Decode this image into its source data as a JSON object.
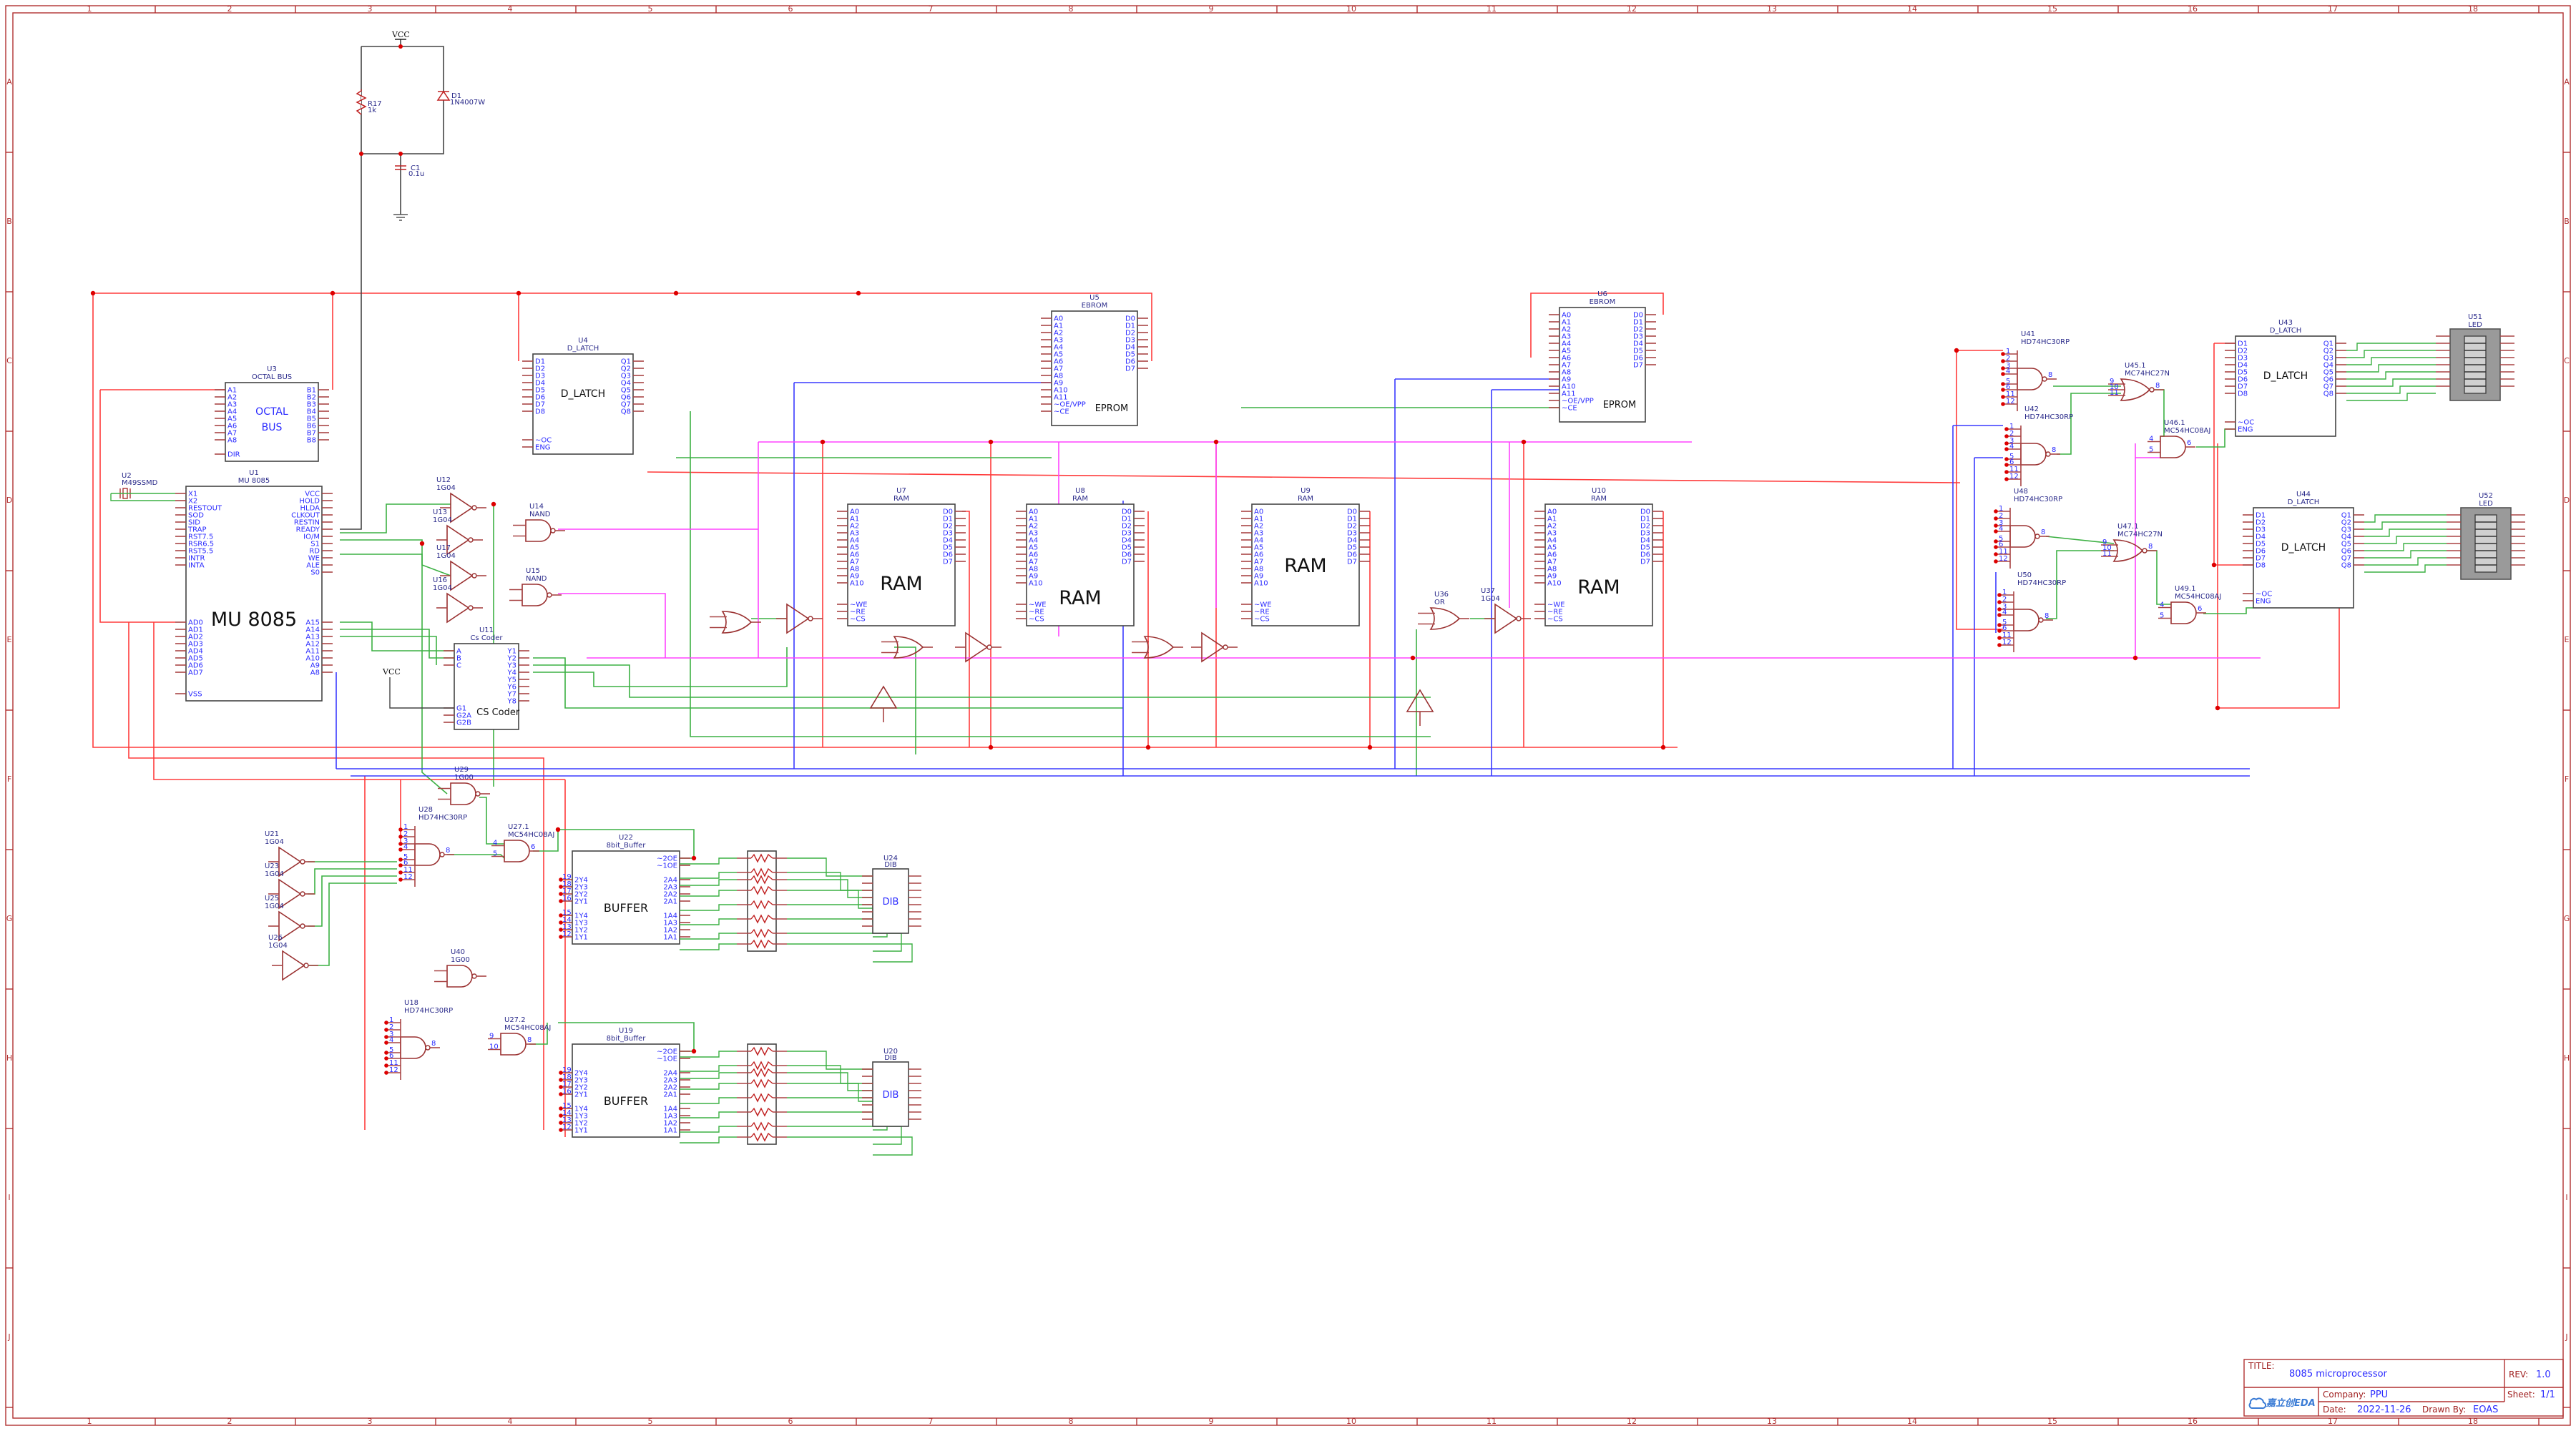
{
  "title_block": {
    "title_label": "TITLE:",
    "title": "8085 microprocessor",
    "rev_label": "REV:",
    "rev": "1.0",
    "company_label": "Company:",
    "company": "PPU",
    "sheet_label": "Sheet:",
    "sheet": "1/1",
    "date_label": "Date:",
    "date": "2022-11-26",
    "drawn_by_label": "Drawn By:",
    "drawn_by": "EOAS",
    "logo": "嘉立创EDA"
  },
  "ruler": {
    "columns": [
      "1",
      "2",
      "3",
      "4",
      "5",
      "6",
      "7",
      "8",
      "9",
      "10",
      "11",
      "12",
      "13",
      "14",
      "15",
      "16",
      "17",
      "18"
    ],
    "rows": [
      "A",
      "B",
      "C",
      "D",
      "E",
      "F",
      "G",
      "H",
      "I",
      "J"
    ]
  },
  "power": {
    "vcc_label": "VCC",
    "vcc_label_2": "VCC",
    "r17": {
      "ref": "R17",
      "value": "1k"
    },
    "d1": {
      "ref": "D1",
      "value": "1N4007W"
    },
    "c1": {
      "ref": "C1",
      "value": "0.1u"
    },
    "crystal": {
      "ref": "U2",
      "value": "M49SSMD"
    }
  },
  "components": [
    {
      "ref": "U3",
      "value": "OCTAL BUS",
      "body": [
        "OCTAL",
        "BUS"
      ],
      "left": [
        "A1",
        "A2",
        "A3",
        "A4",
        "A5",
        "A6",
        "A7",
        "A8",
        "DIR"
      ],
      "right": [
        "B1",
        "B2",
        "B3",
        "B4",
        "B5",
        "B6",
        "B7",
        "B8"
      ]
    },
    {
      "ref": "U1",
      "value": "MU 8085",
      "body": [
        "MU 8085"
      ],
      "left": [
        "X1",
        "X2",
        "RESTOUT",
        "SOD",
        "SID",
        "TRAP",
        "RST7.5",
        "RSR6.5",
        "RST5.5",
        "INTR",
        "INTA",
        "AD0",
        "AD1",
        "AD2",
        "AD3",
        "AD4",
        "AD5",
        "AD6",
        "AD7",
        "VSS"
      ],
      "right": [
        "VCC",
        "HOLD",
        "HLDA",
        "CLKOUT",
        "RESTIN",
        "READY",
        "IO/M",
        "S1",
        "RD",
        "WE",
        "ALE",
        "S0",
        "A15",
        "A14",
        "A13",
        "A12",
        "A11",
        "A10",
        "A9",
        "A8"
      ]
    },
    {
      "ref": "U4",
      "value": "D_LATCH",
      "body": [
        "D_LATCH"
      ],
      "left": [
        "D1",
        "D2",
        "D3",
        "D4",
        "D5",
        "D6",
        "D7",
        "D8",
        "~OC",
        "ENG"
      ],
      "right": [
        "Q1",
        "Q2",
        "Q3",
        "Q4",
        "Q5",
        "Q6",
        "Q7",
        "Q8"
      ]
    },
    {
      "ref": "U5",
      "value": "EBROM",
      "body": [
        "EPROM"
      ],
      "left": [
        "A0",
        "A1",
        "A2",
        "A3",
        "A4",
        "A5",
        "A6",
        "A7",
        "A8",
        "A9",
        "A10",
        "A11",
        "~OE/VPP",
        "~CE"
      ],
      "right": [
        "D0",
        "D1",
        "D2",
        "D3",
        "D4",
        "D5",
        "D6",
        "D7"
      ]
    },
    {
      "ref": "U6",
      "value": "EBROM",
      "body": [
        "EPROM"
      ],
      "left": [
        "A0",
        "A1",
        "A2",
        "A3",
        "A4",
        "A5",
        "A6",
        "A7",
        "A8",
        "A9",
        "A10",
        "A11",
        "~OE/VPP",
        "~CE"
      ],
      "right": [
        "D0",
        "D1",
        "D2",
        "D3",
        "D4",
        "D5",
        "D6",
        "D7"
      ]
    },
    {
      "ref": "U7",
      "value": "RAM",
      "body": [
        "RAM"
      ],
      "left": [
        "A0",
        "A1",
        "A2",
        "A3",
        "A4",
        "A5",
        "A6",
        "A7",
        "A8",
        "A9",
        "A10",
        "~WE",
        "~RE",
        "~CS"
      ],
      "right": [
        "D0",
        "D1",
        "D2",
        "D3",
        "D4",
        "D5",
        "D6",
        "D7"
      ]
    },
    {
      "ref": "U8",
      "value": "RAM",
      "body": [
        "RAM"
      ],
      "left": [
        "A0",
        "A1",
        "A2",
        "A3",
        "A4",
        "A5",
        "A6",
        "A7",
        "A8",
        "A9",
        "A10",
        "~WE",
        "~RE",
        "~CS"
      ],
      "right": [
        "D0",
        "D1",
        "D2",
        "D3",
        "D4",
        "D5",
        "D6",
        "D7"
      ]
    },
    {
      "ref": "U9",
      "value": "RAM",
      "body": [
        "RAM"
      ],
      "left": [
        "A0",
        "A1",
        "A2",
        "A3",
        "A4",
        "A5",
        "A6",
        "A7",
        "A8",
        "A9",
        "A10",
        "~WE",
        "~RE",
        "~CS"
      ],
      "right": [
        "D0",
        "D1",
        "D2",
        "D3",
        "D4",
        "D5",
        "D6",
        "D7"
      ]
    },
    {
      "ref": "U10",
      "value": "RAM",
      "body": [
        "RAM"
      ],
      "left": [
        "A0",
        "A1",
        "A2",
        "A3",
        "A4",
        "A5",
        "A6",
        "A7",
        "A8",
        "A9",
        "A10",
        "~WE",
        "~RE",
        "~CS"
      ],
      "right": [
        "D0",
        "D1",
        "D2",
        "D3",
        "D4",
        "D5",
        "D6",
        "D7"
      ]
    },
    {
      "ref": "U11",
      "value": "Cs Coder",
      "body": [
        "CS Coder"
      ],
      "left": [
        "A",
        "B",
        "C",
        "G1",
        "G2A",
        "G2B"
      ],
      "right": [
        "Y1",
        "Y2",
        "Y3",
        "Y4",
        "Y5",
        "Y6",
        "Y7",
        "Y8"
      ]
    },
    {
      "ref": "U22",
      "value": "8bit_Buffer",
      "body": [
        "BUFFER"
      ],
      "left": [
        "2Y4",
        "2Y3",
        "2Y2",
        "2Y1",
        "1Y4",
        "1Y3",
        "1Y2",
        "1Y1"
      ],
      "left_numbers": [
        "19",
        "18",
        "17",
        "16",
        "15",
        "14",
        "13",
        "12"
      ],
      "right": [
        "~2OE",
        "~1OE",
        "2A4",
        "2A3",
        "2A2",
        "2A1",
        "1A4",
        "1A3",
        "1A2",
        "1A1"
      ]
    },
    {
      "ref": "U19",
      "value": "8bit_Buffer",
      "body": [
        "BUFFER"
      ],
      "left": [
        "2Y4",
        "2Y3",
        "2Y2",
        "2Y1",
        "1Y4",
        "1Y3",
        "1Y2",
        "1Y1"
      ],
      "left_numbers": [
        "19",
        "18",
        "17",
        "16",
        "15",
        "14",
        "13",
        "12"
      ],
      "right": [
        "~2OE",
        "~1OE",
        "2A4",
        "2A3",
        "2A2",
        "2A1",
        "1A4",
        "1A3",
        "1A2",
        "1A1"
      ]
    },
    {
      "ref": "U43",
      "value": "D_LATCH",
      "body": [
        "D_LATCH"
      ],
      "left": [
        "D1",
        "D2",
        "D3",
        "D4",
        "D5",
        "D6",
        "D7",
        "D8",
        "~OC",
        "ENG"
      ],
      "right": [
        "Q1",
        "Q2",
        "Q3",
        "Q4",
        "Q5",
        "Q6",
        "Q7",
        "Q8"
      ]
    },
    {
      "ref": "U44",
      "value": "D_LATCH",
      "body": [
        "D_LATCH"
      ],
      "left": [
        "D1",
        "D2",
        "D3",
        "D4",
        "D5",
        "D6",
        "D7",
        "D8",
        "~OC",
        "ENG"
      ],
      "right": [
        "Q1",
        "Q2",
        "Q3",
        "Q4",
        "Q5",
        "Q6",
        "Q7",
        "Q8"
      ]
    }
  ],
  "dibs": [
    {
      "ref": "U24",
      "value": "DIB",
      "body": "DIB"
    },
    {
      "ref": "U20",
      "value": "DIB",
      "body": "DIB"
    }
  ],
  "leds": [
    {
      "ref": "U51",
      "value": "LED"
    },
    {
      "ref": "U52",
      "value": "LED"
    }
  ],
  "gates": [
    {
      "ref": "U12",
      "value": "1G04",
      "type": "inverter"
    },
    {
      "ref": "U13",
      "value": "1G04",
      "type": "inverter"
    },
    {
      "ref": "U17",
      "value": "1G04",
      "type": "inverter"
    },
    {
      "ref": "U16",
      "value": "1G04",
      "type": "inverter"
    },
    {
      "ref": "U14",
      "value": "NAND",
      "type": "nand"
    },
    {
      "ref": "U15",
      "value": "NAND",
      "type": "nand"
    },
    {
      "ref": "U36",
      "value": "OR",
      "type": "or"
    },
    {
      "ref": "U37",
      "value": "1G04",
      "type": "inverter"
    },
    {
      "ref": "U41",
      "value": "HD74HC30RP",
      "type": "nand8",
      "inputs": [
        "1",
        "2",
        "3",
        "4",
        "5",
        "6",
        "11",
        "12"
      ],
      "output": "8"
    },
    {
      "ref": "U42",
      "value": "HD74HC30RP",
      "type": "nand8",
      "inputs": [
        "1",
        "2",
        "3",
        "4",
        "5",
        "6",
        "11",
        "12"
      ],
      "output": "8"
    },
    {
      "ref": "U45.1",
      "value": "MC74HC27N",
      "type": "nor",
      "inputs": [
        "9",
        "10",
        "11"
      ],
      "output": "8"
    },
    {
      "ref": "U46.1",
      "value": "MC54HC08AJ",
      "type": "and",
      "inputs": [
        "4",
        "5"
      ],
      "output": "6"
    },
    {
      "ref": "U48",
      "value": "HD74HC30RP",
      "type": "nand8",
      "inputs": [
        "1",
        "2",
        "3",
        "4",
        "5",
        "6",
        "11",
        "12"
      ],
      "output": "8"
    },
    {
      "ref": "U50",
      "value": "HD74HC30RP",
      "type": "nand8",
      "inputs": [
        "1",
        "2",
        "3",
        "4",
        "5",
        "6",
        "11",
        "12"
      ],
      "output": "8"
    },
    {
      "ref": "U47.1",
      "value": "MC74HC27N",
      "type": "nor",
      "inputs": [
        "9",
        "10",
        "11"
      ],
      "output": "8"
    },
    {
      "ref": "U49.1",
      "value": "MC54HC08AJ",
      "type": "and",
      "inputs": [
        "4",
        "5"
      ],
      "output": "6"
    },
    {
      "ref": "U21",
      "value": "1G04",
      "type": "inverter"
    },
    {
      "ref": "U23",
      "value": "1G04",
      "type": "inverter"
    },
    {
      "ref": "U25",
      "value": "1G04",
      "type": "inverter"
    },
    {
      "ref": "U26",
      "value": "1G04",
      "type": "inverter"
    },
    {
      "ref": "U29",
      "value": "1G00",
      "type": "nand"
    },
    {
      "ref": "U28",
      "value": "HD74HC30RP",
      "type": "nand8",
      "inputs": [
        "1",
        "2",
        "3",
        "4",
        "5",
        "6",
        "11",
        "12"
      ],
      "output": "8"
    },
    {
      "ref": "U27.1",
      "value": "MC54HC08AJ",
      "type": "and",
      "inputs": [
        "4",
        "5"
      ],
      "output": "6"
    },
    {
      "ref": "U40",
      "value": "1G00",
      "type": "nand"
    },
    {
      "ref": "U18",
      "value": "HD74HC30RP",
      "type": "nand8",
      "inputs": [
        "1",
        "2",
        "3",
        "4",
        "5",
        "6",
        "11",
        "12"
      ],
      "output": "8"
    },
    {
      "ref": "U27.2",
      "value": "MC54HC08AJ",
      "type": "and",
      "inputs": [
        "9",
        "10"
      ],
      "output": "8"
    }
  ],
  "colors": {
    "wire_red": "#ff3b3b",
    "wire_green": "#3cb043",
    "wire_blue": "#3a3aff",
    "wire_magenta": "#ff44ff",
    "pin_text": "#2a2aff",
    "frame": "#b03030"
  }
}
